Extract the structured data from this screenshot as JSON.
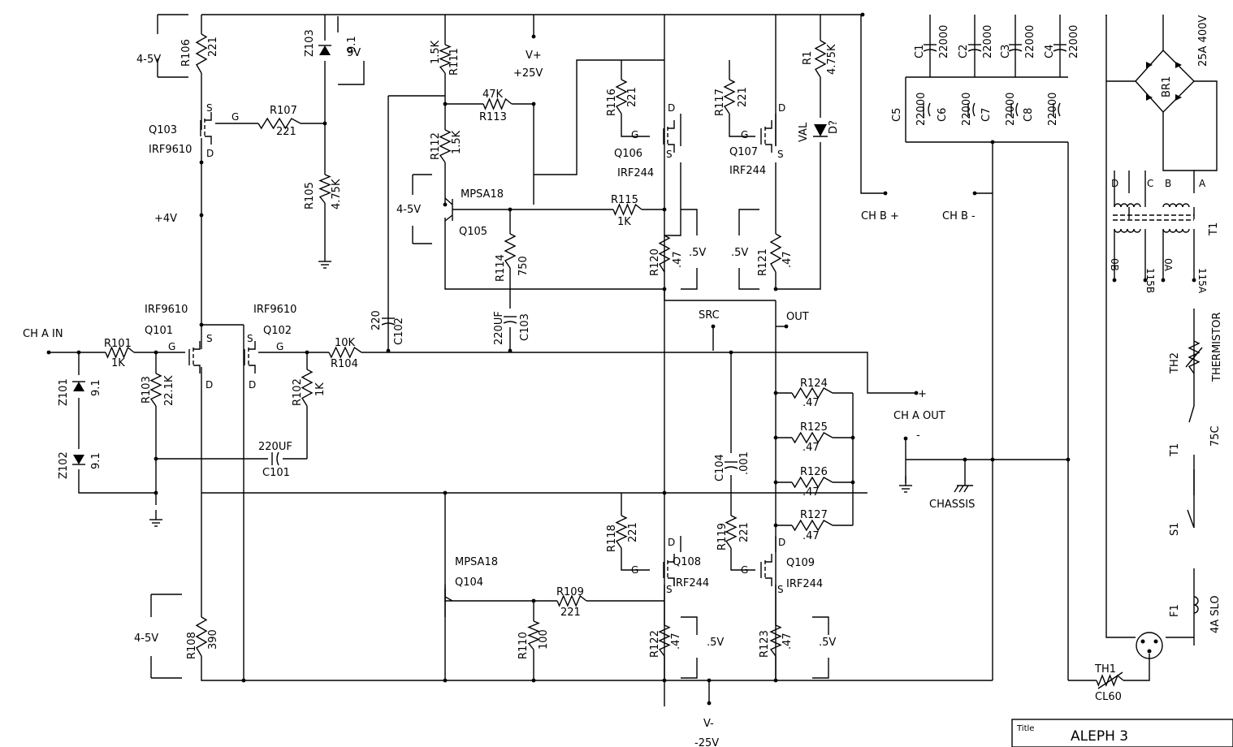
{
  "title_block": {
    "label": "Title",
    "name": "ALEPH 3"
  },
  "labels": [
    {
      "id": "r106_val",
      "text": "4-5V"
    },
    {
      "id": "r108_val",
      "text": "4-5V"
    },
    {
      "id": "z103_v",
      "text": "9V"
    },
    {
      "id": "vplus",
      "text": "V+"
    },
    {
      "id": "vplus_v",
      "text": "+25V"
    },
    {
      "id": "vminus",
      "text": "V-"
    },
    {
      "id": "vminus_v",
      "text": "-25V"
    },
    {
      "id": "plus4",
      "text": "+4V"
    },
    {
      "id": "q105_v",
      "text": "4-5V"
    },
    {
      "id": "r120_v",
      "text": ".5V"
    },
    {
      "id": "r121_v",
      "text": ".5V"
    },
    {
      "id": "r122_v",
      "text": ".5V"
    },
    {
      "id": "r123_v",
      "text": ".5V"
    },
    {
      "id": "src",
      "text": "SRC"
    },
    {
      "id": "out",
      "text": "OUT"
    },
    {
      "id": "ch_a_in",
      "text": "CH A IN"
    },
    {
      "id": "ch_a_out",
      "text": "CH A OUT"
    },
    {
      "id": "ch_b_plus",
      "text": "CH B +"
    },
    {
      "id": "ch_b_minus",
      "text": "CH B -"
    },
    {
      "id": "chassis",
      "text": "CHASSIS"
    },
    {
      "id": "plus_sign",
      "text": "+"
    },
    {
      "id": "minus_sign",
      "text": "-"
    }
  ],
  "parts": [
    {
      "ref": "R106",
      "value": "221"
    },
    {
      "ref": "Z103",
      "value": "9.1"
    },
    {
      "ref": "R107",
      "value": "221"
    },
    {
      "ref": "Q103",
      "value": "IRF9610"
    },
    {
      "ref": "R105",
      "value": "4.75K"
    },
    {
      "ref": "R111",
      "value": "1.5K"
    },
    {
      "ref": "R113",
      "value": "47K"
    },
    {
      "ref": "R112",
      "value": "1.5K"
    },
    {
      "ref": "Q105",
      "value": "MPSA18"
    },
    {
      "ref": "R115",
      "value": "1K"
    },
    {
      "ref": "R114",
      "value": "750"
    },
    {
      "ref": "C103",
      "value": "220UF"
    },
    {
      "ref": "C102",
      "value": "220"
    },
    {
      "ref": "R116",
      "value": "221"
    },
    {
      "ref": "R117",
      "value": "221"
    },
    {
      "ref": "Q106",
      "value": "IRF244"
    },
    {
      "ref": "Q107",
      "value": "IRF244"
    },
    {
      "ref": "R120",
      "value": ".47"
    },
    {
      "ref": "R121",
      "value": ".47"
    },
    {
      "ref": "R1",
      "value": "4.75K"
    },
    {
      "ref": "D?",
      "value": "VAL"
    },
    {
      "ref": "Q101",
      "value": "IRF9610"
    },
    {
      "ref": "Q102",
      "value": "IRF9610"
    },
    {
      "ref": "R101",
      "value": "1K"
    },
    {
      "ref": "R103",
      "value": "22.1K"
    },
    {
      "ref": "R102",
      "value": "1K"
    },
    {
      "ref": "R104",
      "value": "10K"
    },
    {
      "ref": "Z101",
      "value": "9.1"
    },
    {
      "ref": "Z102",
      "value": "9.1"
    },
    {
      "ref": "C101",
      "value": "220UF"
    },
    {
      "ref": "R124",
      "value": ".47"
    },
    {
      "ref": "R125",
      "value": ".47"
    },
    {
      "ref": "R126",
      "value": ".47"
    },
    {
      "ref": "R127",
      "value": ".47"
    },
    {
      "ref": "C104",
      "value": ".001"
    },
    {
      "ref": "R118",
      "value": "221"
    },
    {
      "ref": "R119",
      "value": "221"
    },
    {
      "ref": "Q108",
      "value": "IRF244"
    },
    {
      "ref": "Q109",
      "value": "IRF244"
    },
    {
      "ref": "Q104",
      "value": "MPSA18"
    },
    {
      "ref": "R109",
      "value": "221"
    },
    {
      "ref": "R110",
      "value": "100"
    },
    {
      "ref": "R122",
      "value": ".47"
    },
    {
      "ref": "R123",
      "value": ".47"
    },
    {
      "ref": "R108",
      "value": "390"
    },
    {
      "ref": "C1",
      "value": "22000"
    },
    {
      "ref": "C2",
      "value": "22000"
    },
    {
      "ref": "C3",
      "value": "22000"
    },
    {
      "ref": "C4",
      "value": "22000"
    },
    {
      "ref": "C5",
      "value": "22000"
    },
    {
      "ref": "C6",
      "value": "22000"
    },
    {
      "ref": "C7",
      "value": "22000"
    },
    {
      "ref": "C8",
      "value": "22000"
    },
    {
      "ref": "BR1",
      "value": "25A 400V"
    },
    {
      "ref": "T1",
      "value": ""
    },
    {
      "ref": "TH2",
      "value": "THERMISTOR"
    },
    {
      "ref": "T1 ",
      "value": "75C"
    },
    {
      "ref": "S1",
      "value": ""
    },
    {
      "ref": "F1",
      "value": "4A SLO"
    },
    {
      "ref": "TH1",
      "value": "CL60"
    }
  ],
  "pin_letters": [
    "S",
    "G",
    "D"
  ],
  "transformer_pins": [
    "D",
    "C",
    "B",
    "A",
    "0B",
    "115B",
    "0A",
    "115A"
  ]
}
